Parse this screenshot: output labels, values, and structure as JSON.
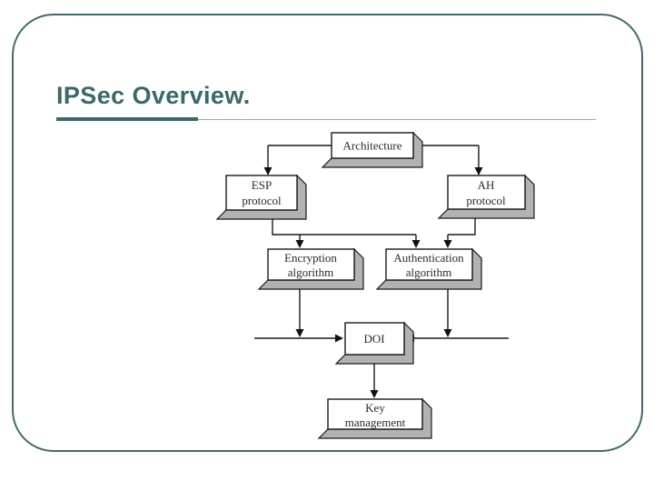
{
  "slide": {
    "title": "IPSec Overview.",
    "colors": {
      "accent": "#3d6868",
      "border": "#44696b",
      "underline_thin": "#97abab",
      "box_shadow": "#b2b2b2",
      "line": "#1a1a1a"
    }
  },
  "diagram": {
    "boxes": {
      "architecture": {
        "label": "Architecture"
      },
      "esp": {
        "line1": "ESP",
        "line2": "protocol"
      },
      "ah": {
        "line1": "AH",
        "line2": "protocol"
      },
      "encryption": {
        "line1": "Encryption",
        "line2": "algorithm"
      },
      "authentication": {
        "line1": "Authentication",
        "line2": "algorithm"
      },
      "doi": {
        "label": "DOI"
      },
      "key_management": {
        "line1": "Key",
        "line2": "management"
      }
    }
  }
}
